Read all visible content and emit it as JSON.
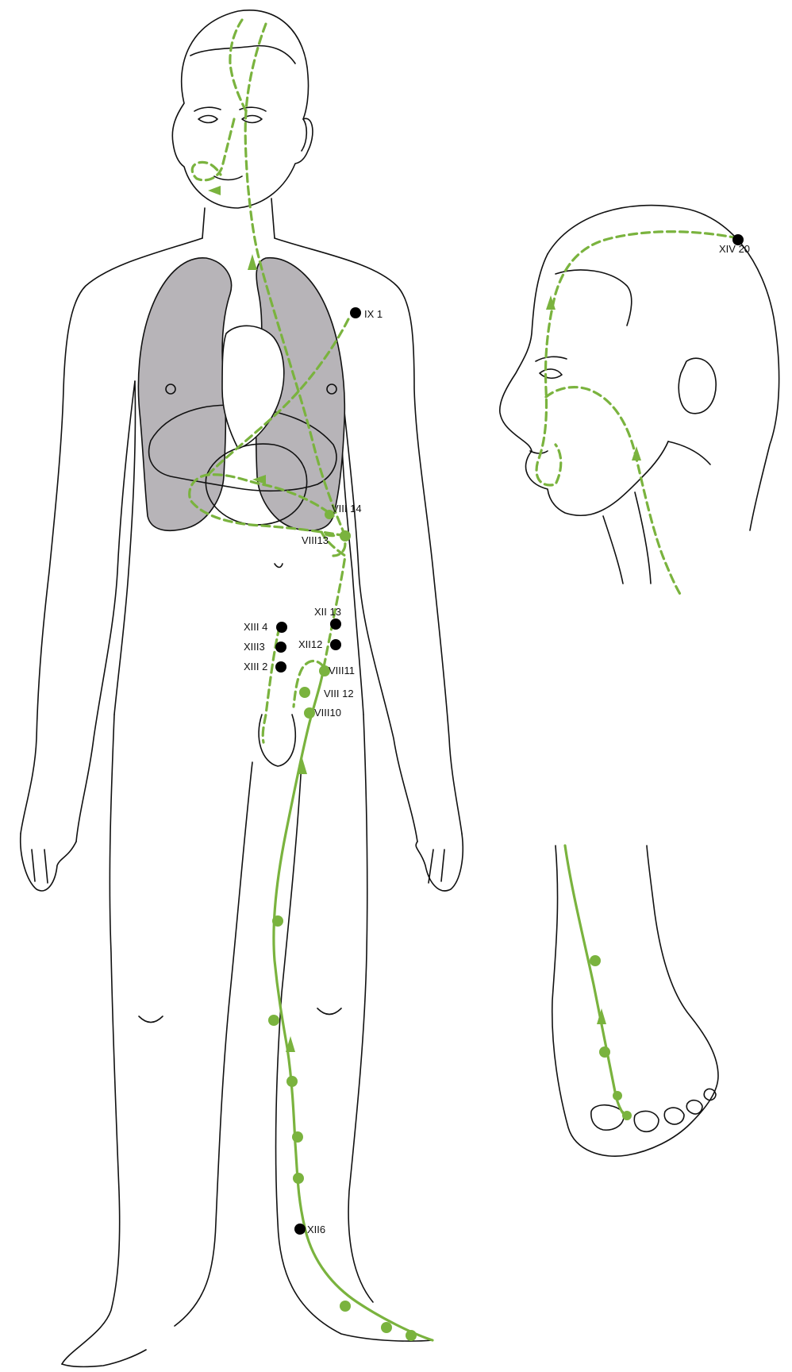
{
  "colors": {
    "meridian": "#7ab33e",
    "point_marker": "#000000",
    "lung_fill": "#b7b4b8",
    "outline": "#111111",
    "background": "#ffffff"
  },
  "labels": {
    "ix1": "IX 1",
    "viii14": "VIII 14",
    "viii13": "VIII13",
    "xiii4": "XIII 4",
    "xiii3": "XIII3",
    "xiii2": "XIII 2",
    "xii13": "XII 13",
    "xii12": "XII12",
    "viii11": "VIII11",
    "viii12": "VIII 12",
    "viii10": "VIII10",
    "xii6": "XII6",
    "xiv20": "XIV 20"
  }
}
